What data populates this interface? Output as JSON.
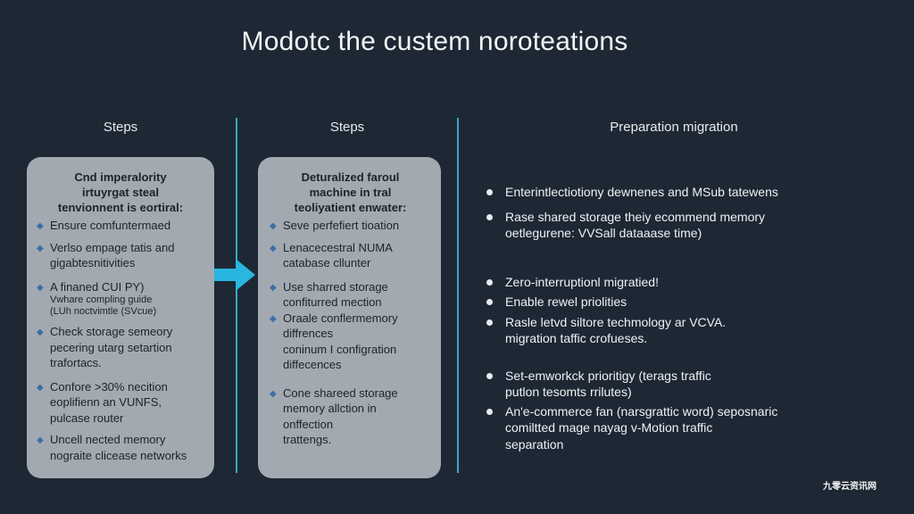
{
  "title": "Modotc the custem noroteations",
  "columns": {
    "col1": "Steps",
    "col2": "Steps",
    "col3": "Preparation migration"
  },
  "card1": {
    "heading": [
      "Cnd imperalority",
      "irtuyrgat steal",
      "tenvionnent is eortiral:"
    ],
    "items": [
      {
        "text": [
          "Ensure comfuntermaed"
        ]
      },
      {
        "text": [
          "Verlso empage tatis and",
          "gigabtesnitivities"
        ]
      },
      {
        "text": [
          "A finaned CUI PY)"
        ],
        "sub": [
          "Vwhare compling guide",
          "(LUh noctvimtle (SVcue)"
        ]
      },
      {
        "text": [
          "Check storage semeory",
          "pecering utarg setartion",
          "trafortacs."
        ]
      },
      {
        "text": [
          "Confore >30% necition",
          "eoplifienn an VUNFS,",
          "pulcase router"
        ]
      },
      {
        "text": [
          "Uncell nected memory",
          "nograite clicease networks"
        ]
      }
    ]
  },
  "card2": {
    "heading": [
      "Deturalized faroul",
      "machine in tral",
      "teoliyatient enwater:"
    ],
    "items": [
      {
        "text": [
          "Seve perfefiert tioation"
        ]
      },
      {
        "text": [
          "Lenacecestral NUMA",
          "catabase cllunter"
        ]
      },
      {
        "text": [
          "Use sharred storage",
          "confiturred mection"
        ]
      },
      {
        "text": [
          "Oraale conflermemory",
          "diffrences",
          "coninum I configration",
          "diffecences"
        ]
      },
      {
        "text": [
          "Cone shareed storage",
          "memory allction in",
          "onffection",
          "trattengs."
        ]
      }
    ]
  },
  "bullets": [
    [
      "Enterintlectiotiony dewnenes and MSub tatewens"
    ],
    [
      "Rase shared storage theiy ecommend memory",
      "oetlegurene: VVSall dataaase time)"
    ],
    [
      "Zero-interruptionl migratied!"
    ],
    [
      "Enable rewel priolities"
    ],
    [
      "Rasle letvd siltore techmology ar VCVA.",
      "migration taffic crofueses."
    ],
    [
      "Set-emworkck prioritigy (terags traffic",
      "putlon tesomts rrilutes)"
    ],
    [
      "An'e-commerce fan (narsgrattic word) seposnaric",
      "comiltted mage nayag v-Motion traffic",
      "separation"
    ]
  ],
  "watermark": "九零云资讯网",
  "colors": {
    "background": "#1e2834",
    "card": "#a2a9b1",
    "accent": "#3aa8c8",
    "arrow": "#29b6e0"
  }
}
